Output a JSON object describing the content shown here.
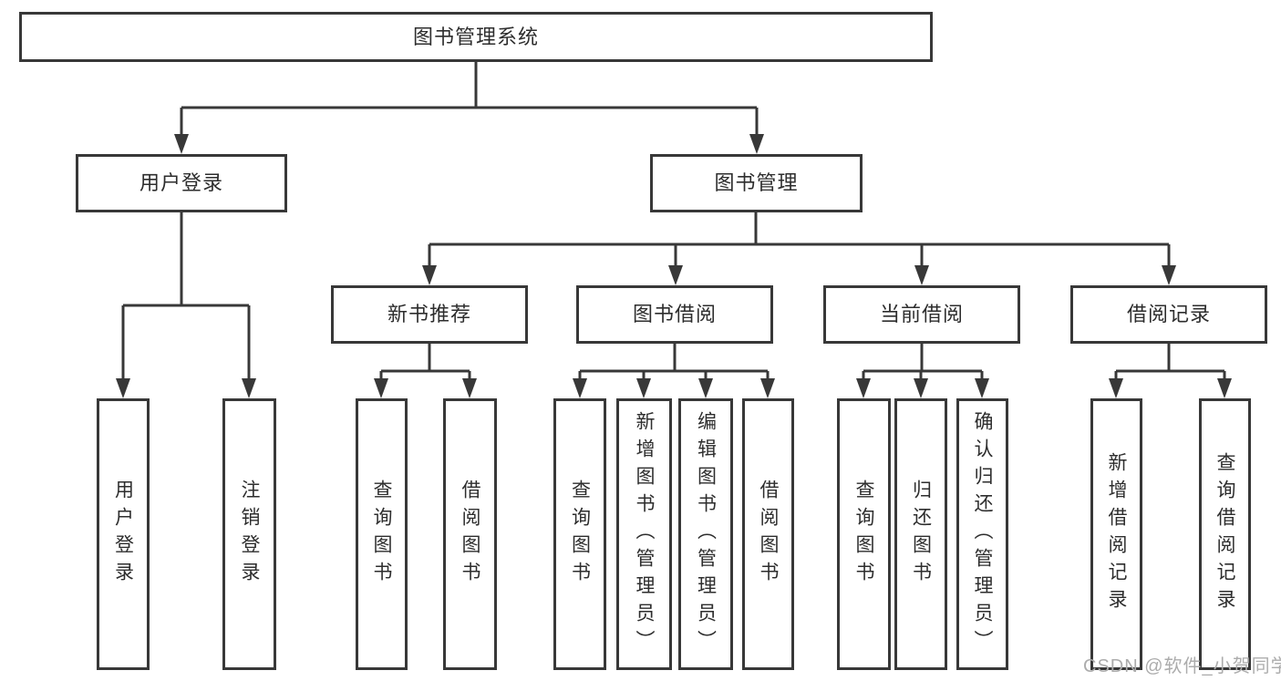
{
  "diagram": {
    "title": "图书管理系统",
    "branches": [
      {
        "label": "用户登录",
        "children": [
          {
            "label": "用户登录"
          },
          {
            "label": "注销登录"
          }
        ]
      },
      {
        "label": "图书管理",
        "children": [
          {
            "label": "新书推荐",
            "children": [
              {
                "label": "查询图书"
              },
              {
                "label": "借阅图书"
              }
            ]
          },
          {
            "label": "图书借阅",
            "children": [
              {
                "label": "查询图书"
              },
              {
                "label": "新增图书（管理员）"
              },
              {
                "label": "编辑图书（管理员）"
              },
              {
                "label": "借阅图书"
              }
            ]
          },
          {
            "label": "当前借阅",
            "children": [
              {
                "label": "查询图书"
              },
              {
                "label": "归还图书"
              },
              {
                "label": "确认归还（管理员）"
              }
            ]
          },
          {
            "label": "借阅记录",
            "children": [
              {
                "label": "新增借阅记录"
              },
              {
                "label": "查询借阅记录"
              }
            ]
          }
        ]
      }
    ]
  },
  "watermark": {
    "text": "CSDN @软件_小贺同学"
  },
  "colors": {
    "line": "#383838",
    "box_border": "#383838",
    "text": "#2d2d2d",
    "watermark": "#acacac",
    "background": "#ffffff"
  }
}
